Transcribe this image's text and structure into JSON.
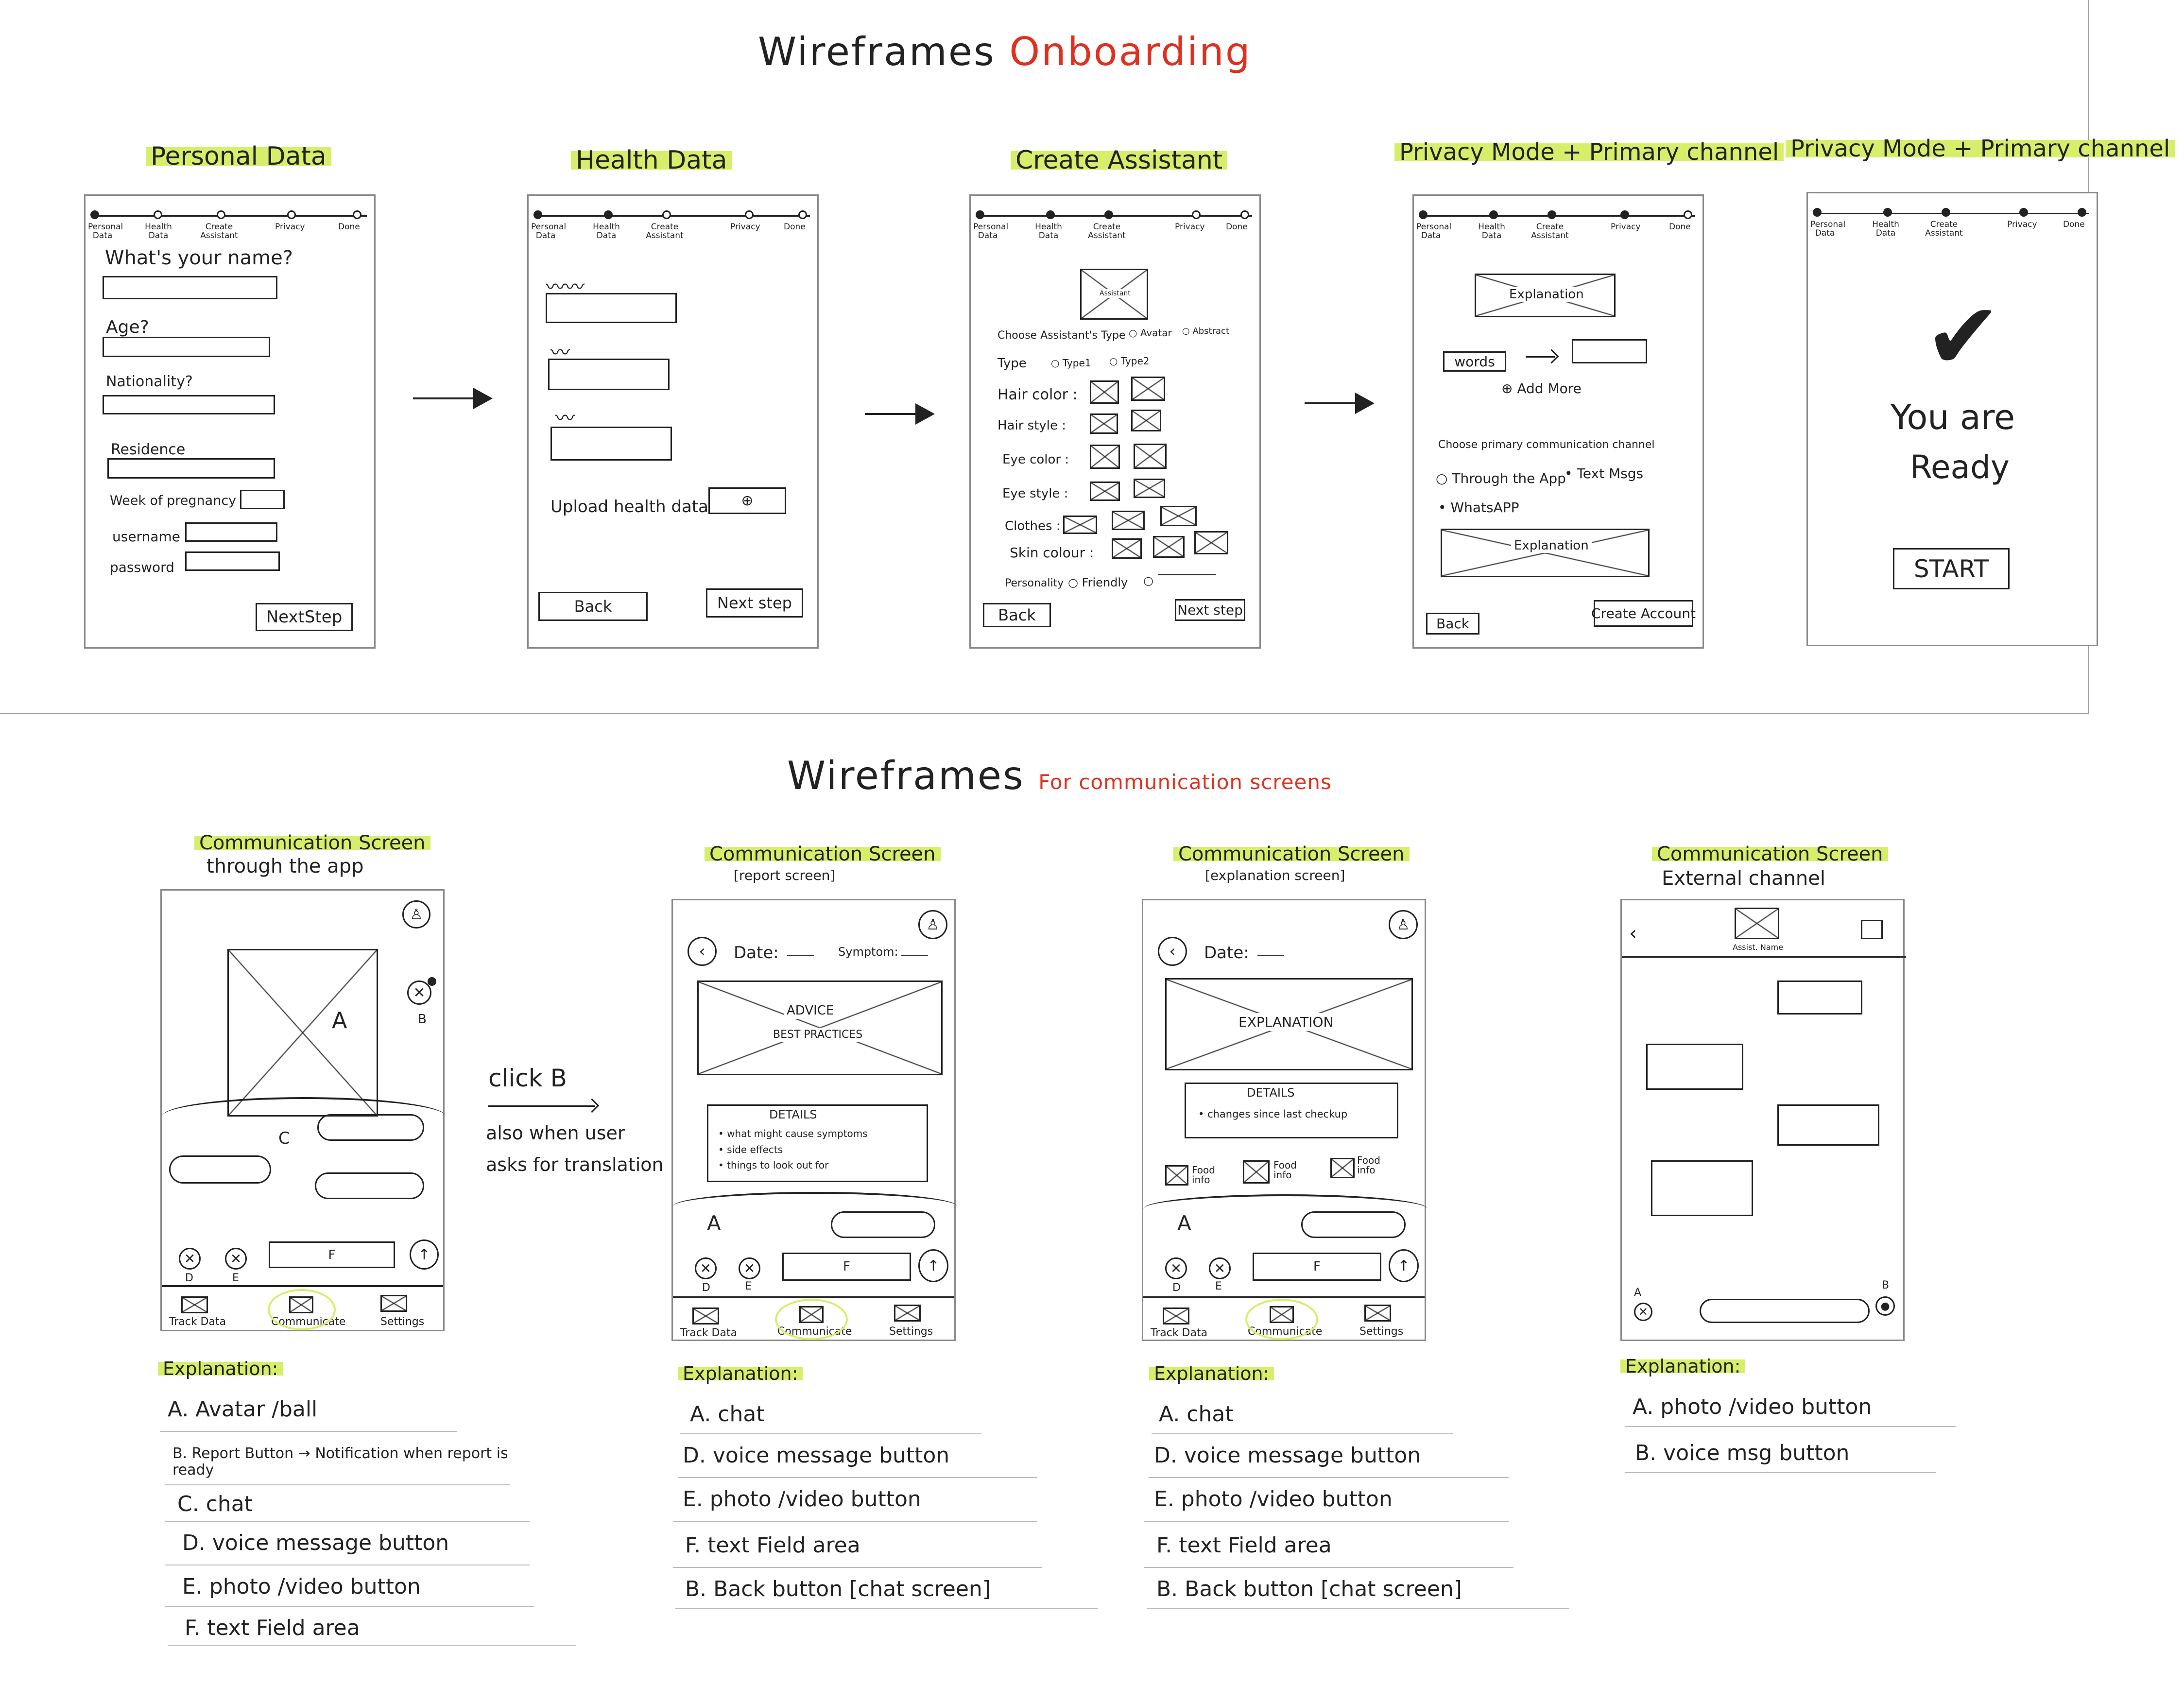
{
  "onboarding": {
    "title_a": "Wireframes",
    "title_b": "Onboarding",
    "steps": [
      "Personal Data",
      "Health Data",
      "Create Assistant",
      "Privacy",
      "Done"
    ],
    "screens": [
      {
        "label": "Personal Data",
        "fields": [
          "What's your name?",
          "Age?",
          "Nationality?",
          "Residence",
          "Week of pregnancy",
          "username",
          "password"
        ],
        "next": "NextStep"
      },
      {
        "label": "Health Data",
        "upload": "Upload health data",
        "back": "Back",
        "next": "Next step"
      },
      {
        "label": "Create Assistant",
        "assistant": "Assistant",
        "choose_type": "Choose Assistant's Type",
        "opt_avatar": "Avatar",
        "opt_abstract": "Abstract",
        "type": "Type",
        "type1": "Type1",
        "type2": "Type2",
        "rows": [
          "Hair color :",
          "Hair style :",
          "Eye color :",
          "Eye style :",
          "Clothes :",
          "Skin colour :"
        ],
        "personality": "Personality",
        "friendly": "Friendly",
        "back": "Back",
        "next": "Next step"
      },
      {
        "label": "Privacy Mode + Primary channel",
        "explanation": "Explanation",
        "words": "words",
        "add_more": "Add More",
        "choose_channel": "Choose primary communication channel",
        "opt_app": "Through the App",
        "opt_text": "Text Msgs",
        "opt_whatsapp": "WhatsAPP",
        "explanation2": "Explanation",
        "back": "Back",
        "create": "Create Account"
      },
      {
        "label": "Privacy Mode + Primary channel",
        "ready_1": "You are",
        "ready_2": "Ready",
        "start": "START"
      }
    ]
  },
  "communication": {
    "title_a": "Wireframes",
    "title_b": "For communication screens",
    "click_b": "click B",
    "also_1": "also when user",
    "also_2": "asks for translation",
    "nav": [
      "Track Data",
      "Communicate",
      "Settings"
    ],
    "screens": [
      {
        "label": "Communication Screen",
        "sublabel": "through the app",
        "letters": {
          "a": "A",
          "b": "B",
          "c": "C",
          "d": "D",
          "e": "E",
          "f": "F"
        },
        "explanation_title": "Explanation:",
        "items": [
          "A. Avatar /ball",
          "B. Report Button → Notification when report is ready",
          "C. chat",
          "D. voice message button",
          "E. photo /video button",
          "F. text Field area"
        ]
      },
      {
        "label": "Communication Screen",
        "sublabel": "[report screen]",
        "date": "Date:",
        "symptom": "Symptom:",
        "advice": "ADVICE",
        "best": "BEST PRACTICES",
        "details": "DETAILS",
        "detail_items": [
          "what might cause symptoms",
          "side effects",
          "things to look out for"
        ],
        "letters": {
          "a": "A",
          "d": "D",
          "e": "E",
          "f": "F"
        },
        "explanation_title": "Explanation:",
        "items": [
          "A. chat",
          "D. voice message button",
          "E. photo /video button",
          "F. text Field area",
          "B. Back button [chat screen]"
        ]
      },
      {
        "label": "Communication Screen",
        "sublabel": "[explanation screen]",
        "date": "Date:",
        "explanation_box": "EXPLANATION",
        "details": "DETAILS",
        "detail_items": [
          "changes since last checkup"
        ],
        "food": "Food info",
        "letters": {
          "a": "A",
          "d": "D",
          "e": "E",
          "f": "F"
        },
        "explanation_title": "Explanation:",
        "items": [
          "A. chat",
          "D. voice message button",
          "E. photo /video button",
          "F. text Field area",
          "B. Back button [chat screen]"
        ]
      },
      {
        "label": "Communication Screen",
        "sublabel": "External channel",
        "assist_name": "Assist. Name",
        "letters": {
          "a": "A",
          "b": "B"
        },
        "explanation_title": "Explanation:",
        "items": [
          "A. photo /video button",
          "B. voice msg button"
        ]
      }
    ]
  },
  "colors": {
    "highlight": "#d7ee6b",
    "accent": "#e0301e",
    "ink": "#222222",
    "frame": "#8a8a8a"
  }
}
